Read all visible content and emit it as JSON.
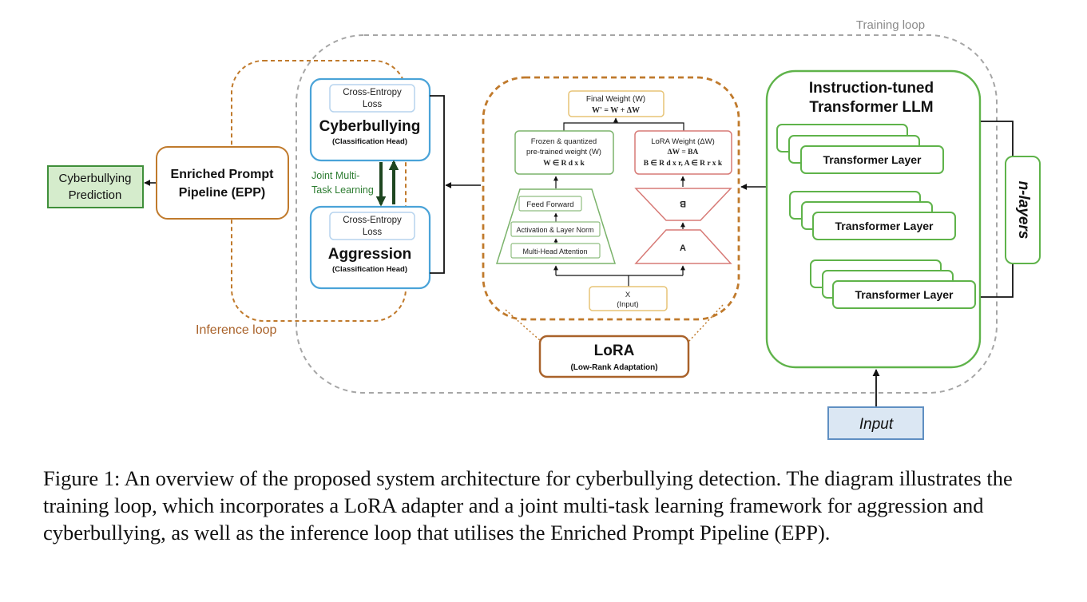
{
  "diagram": {
    "training_loop_label": "Training loop",
    "inference_loop_label": "Inference loop",
    "prediction_box": {
      "line1": "Cyberbullying",
      "line2": "Prediction"
    },
    "epp_box": {
      "line1": "Enriched Prompt",
      "line2": "Pipeline (EPP)"
    },
    "cyberbullying_head": {
      "loss_line1": "Cross-Entropy",
      "loss_line2": "Loss",
      "title": "Cyberbullying",
      "subtitle": "(Classification Head)"
    },
    "aggression_head": {
      "loss_line1": "Cross-Entropy",
      "loss_line2": "Loss",
      "title": "Aggression",
      "subtitle": "(Classification Head)"
    },
    "joint_label": {
      "line1": "Joint Multi-",
      "line2": "Task Learning"
    },
    "lora_detail": {
      "final_weight": {
        "line1": "Final Weight (W)",
        "line2": "W' = W + ΔW"
      },
      "frozen_weight": {
        "line1": "Frozen & quantized",
        "line2": "pre-trained weight (W)",
        "line3": "W ∈ R d x k"
      },
      "lora_weight": {
        "line1": "LoRA Weight (ΔW)",
        "line2": "ΔW = BA",
        "line3": "B ∈ R d x r,  A ∈ R r x k"
      },
      "feed_forward": "Feed Forward",
      "activation_norm": "Activation & Layer Norm",
      "multi_head_attention": "Multi-Head Attention",
      "matrix_b": "B",
      "matrix_a": "A",
      "input_line1": "X",
      "input_line2": "(Input)"
    },
    "lora_box": {
      "title": "LoRA",
      "subtitle": "(Low-Rank Adaptation)"
    },
    "llm_box": {
      "title_line1": "Instruction-tuned",
      "title_line2": "Transformer LLM",
      "layers": [
        "Transformer Layer",
        "Transformer Layer",
        "Transformer Layer"
      ]
    },
    "n_layers_label": "n-layers",
    "input_box": "Input"
  },
  "caption": "Figure 1: An overview of the proposed system architecture for cyberbullying detection. The diagram illustrates the training loop, which incorporates a LoRA adapter and a joint multi-task learning framework for aggression and cyberbullying, as well as the inference loop that utilises the Enriched Prompt Pipeline (EPP).",
  "colors": {
    "training_loop": "#a6a6a6",
    "inference_loop": "#c07a2c",
    "head_blue": "#4aa3d8",
    "llm_green": "#5fb34a",
    "prediction_fill": "#d5eccc",
    "input_fill": "#dbe7f3",
    "arrow_dark": "#1e4620"
  }
}
